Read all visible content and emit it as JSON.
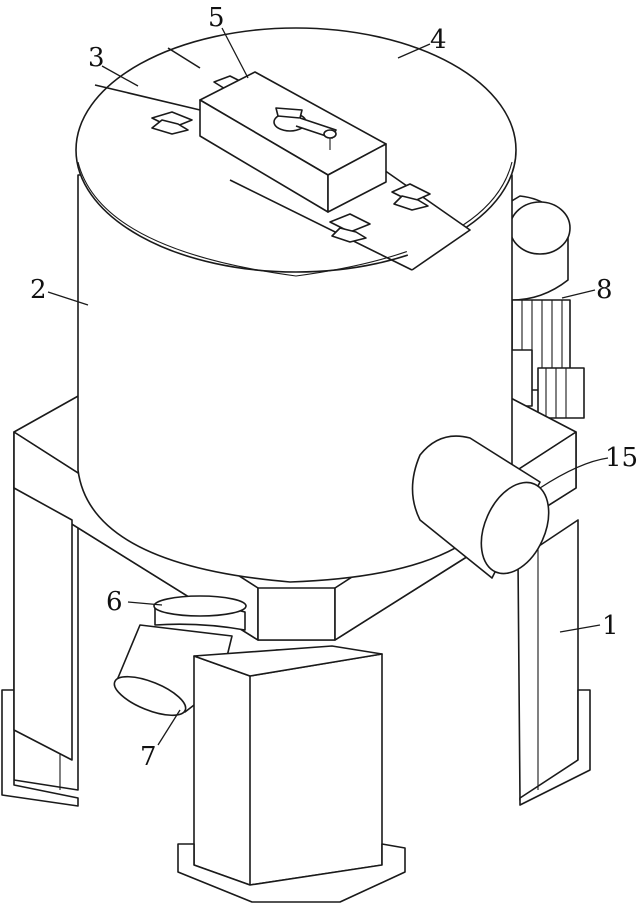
{
  "labels": {
    "l1": "1",
    "l2": "2",
    "l3": "3",
    "l4": "4",
    "l5": "5",
    "l6": "6",
    "l7": "7",
    "l8": "8",
    "l15": "15"
  }
}
